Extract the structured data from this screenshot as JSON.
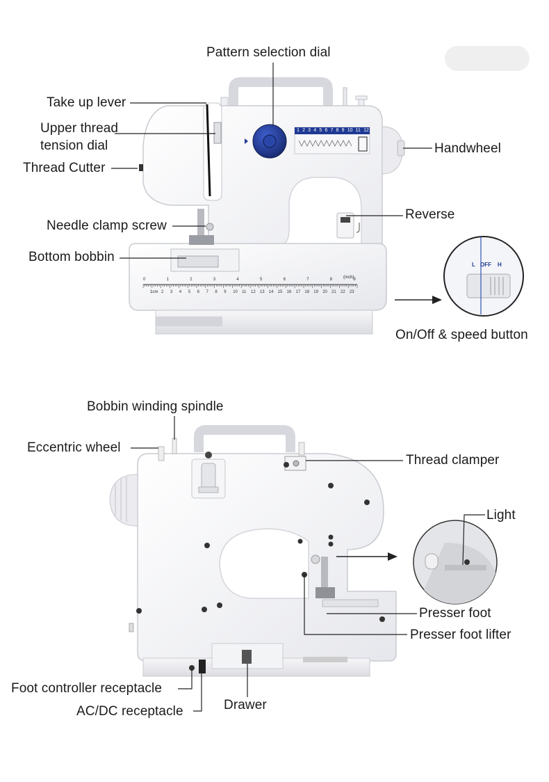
{
  "labels": {
    "pattern_selection_dial": "Pattern selection dial",
    "take_up_lever": "Take up lever",
    "upper_thread_tension_dial": "Upper thread tension dial",
    "thread_cutter": "Thread Cutter",
    "handwheel": "Handwheel",
    "needle_clamp_screw": "Needle clamp screw",
    "bottom_bobbin": "Bottom bobbin",
    "reverse": "Reverse",
    "on_off_speed_button": "On/Off & speed button",
    "bobbin_winding_spindle": "Bobbin winding spindle",
    "eccentric_wheel": "Eccentric wheel",
    "thread_clamper": "Thread clamper",
    "light": "Light",
    "presser_foot": "Presser foot",
    "presser_foot_lifter": "Presser foot lifter",
    "foot_controller_receptacle": "Foot controller receptacle",
    "ac_dc_receptacle": "AC/DC receptacle",
    "drawer": "Drawer"
  },
  "switch_marks": {
    "low": "L",
    "off": "OFF",
    "high": "H"
  },
  "pattern_numbers": [
    "1",
    "2",
    "3",
    "4",
    "5",
    "6",
    "7",
    "8",
    "9",
    "10",
    "11",
    "12"
  ],
  "ruler": {
    "inch_label": "(inch)",
    "cm_label": "1cm",
    "inch_ticks": [
      "0",
      "1",
      "2",
      "3",
      "4",
      "5",
      "6",
      "7",
      "8",
      "9"
    ],
    "cm_ticks": [
      "2",
      "3",
      "4",
      "5",
      "6",
      "7",
      "8",
      "9",
      "10",
      "11",
      "12",
      "13",
      "14",
      "15",
      "16",
      "17",
      "18",
      "19",
      "20",
      "21",
      "22",
      "23"
    ]
  },
  "colors": {
    "dial_blue": "#1f3a93",
    "body": "#f4f4f6",
    "outline": "#c9cbd1",
    "line": "#222222"
  }
}
